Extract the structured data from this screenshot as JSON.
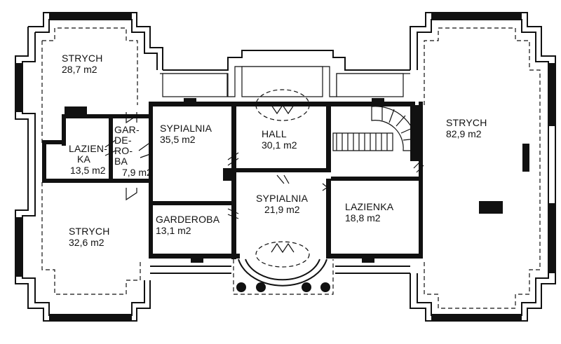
{
  "rooms": [
    {
      "id": "strych-nw",
      "name": "STRYCH",
      "area": "28,7 m2"
    },
    {
      "id": "lazienka-w",
      "name_lines": [
        "LAZIEN-",
        "KA"
      ],
      "area": "13,5 m2"
    },
    {
      "id": "garderoba-w",
      "name_lines": [
        "GAR-",
        "DE-",
        "RO-",
        "BA"
      ],
      "area": "7,9 m2"
    },
    {
      "id": "sypialnia-1",
      "name": "SYPIALNIA",
      "area": "35,5 m2"
    },
    {
      "id": "hall",
      "name": "HALL",
      "area": "30,1 m2"
    },
    {
      "id": "sypialnia-2",
      "name": "SYPIALNIA",
      "area": "21,9 m2"
    },
    {
      "id": "garderoba-s",
      "name": "GARDEROBA",
      "area": "13,1 m2"
    },
    {
      "id": "lazienka-e",
      "name": "LAZIENKA",
      "area": "18,8 m2"
    },
    {
      "id": "strych-sw",
      "name": "STRYCH",
      "area": "32,6 m2"
    },
    {
      "id": "strych-e",
      "name": "STRYCH",
      "area": "82,9 m2"
    }
  ],
  "colors": {
    "ink": "#111111",
    "paper": "#ffffff"
  }
}
